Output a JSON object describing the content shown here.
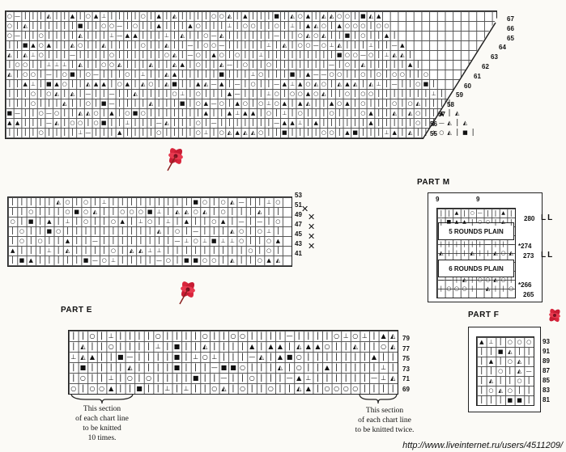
{
  "colors": {
    "ink": "#111111",
    "paper": "#fbfaf6",
    "flower": "#d9253c"
  },
  "icons": {
    "knit": "vertical-bar",
    "purl": "dash",
    "yarn_over": "circle",
    "k2tog": "triangle",
    "dec3": "filled-up-triangle",
    "bobble": "filled-square",
    "twist": "x-mark",
    "leaf_motif": "flower-icon"
  },
  "top_chart": {
    "row_numbers": [
      "67",
      "66",
      "65",
      "64",
      "63",
      "62",
      "61",
      "60",
      "59",
      "58",
      "57",
      "56",
      "55"
    ]
  },
  "mid_chart": {
    "row_numbers": [
      "53",
      "51",
      "49",
      "47",
      "45",
      "43",
      "41"
    ]
  },
  "part_e": {
    "label": "PART E",
    "row_numbers": [
      "79",
      "77",
      "75",
      "73",
      "71",
      "69"
    ],
    "note_left": [
      "This section",
      "of each chart line",
      "to be knitted",
      "10 times."
    ],
    "note_right": [
      "This section",
      "of each chart line",
      "to be knitted twice."
    ]
  },
  "part_m": {
    "label": "PART M",
    "top_numbers": [
      "9",
      "9"
    ],
    "row_numbers": [
      "280",
      "*274",
      "273",
      "*266",
      "265"
    ],
    "plain1": "5 ROUNDS PLAIN",
    "plain2": "6 ROUNDS PLAIN",
    "ll": "LL"
  },
  "part_f": {
    "label": "PART F",
    "row_numbers": [
      "93",
      "91",
      "89",
      "87",
      "85",
      "83",
      "81"
    ]
  },
  "watermark": "http://www.liveinternet.ru/users/4511209/"
}
